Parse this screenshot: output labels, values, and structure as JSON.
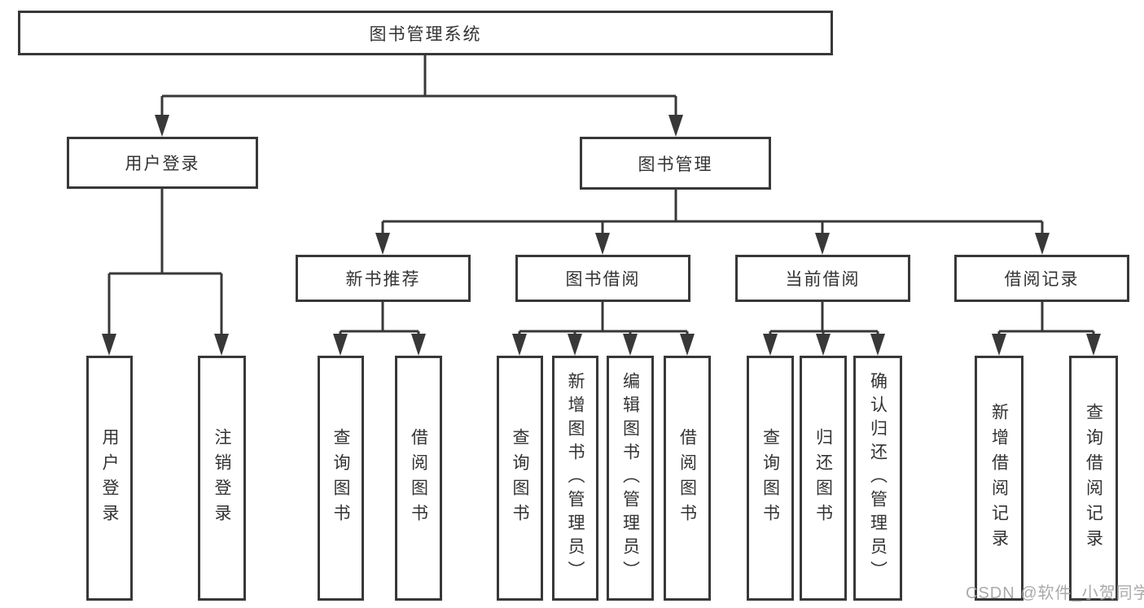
{
  "tree": {
    "root": {
      "label": "图书管理系统"
    },
    "user_login": {
      "label": "用户登录",
      "children": [
        {
          "label": "用户登录"
        },
        {
          "label": "注销登录"
        }
      ]
    },
    "book_mgmt": {
      "label": "图书管理",
      "children": [
        {
          "label": "新书推荐",
          "children": [
            {
              "label": "查询图书"
            },
            {
              "label": "借阅图书"
            }
          ]
        },
        {
          "label": "图书借阅",
          "children": [
            {
              "label": "查询图书"
            },
            {
              "label": "新增图书（管理员）"
            },
            {
              "label": "编辑图书（管理员）"
            },
            {
              "label": "借阅图书"
            }
          ]
        },
        {
          "label": "当前借阅",
          "children": [
            {
              "label": "查询图书"
            },
            {
              "label": "归还图书"
            },
            {
              "label": "确认归还（管理员）"
            }
          ]
        },
        {
          "label": "借阅记录",
          "children": [
            {
              "label": "新增借阅记录"
            },
            {
              "label": "查询借阅记录"
            }
          ]
        }
      ]
    }
  },
  "watermark": "CSDN @软件_小贺同学",
  "colors": {
    "line": "#383838",
    "box_border": "#383838",
    "text": "#333333",
    "watermark": "#a5a5a5",
    "background": "#ffffff"
  }
}
